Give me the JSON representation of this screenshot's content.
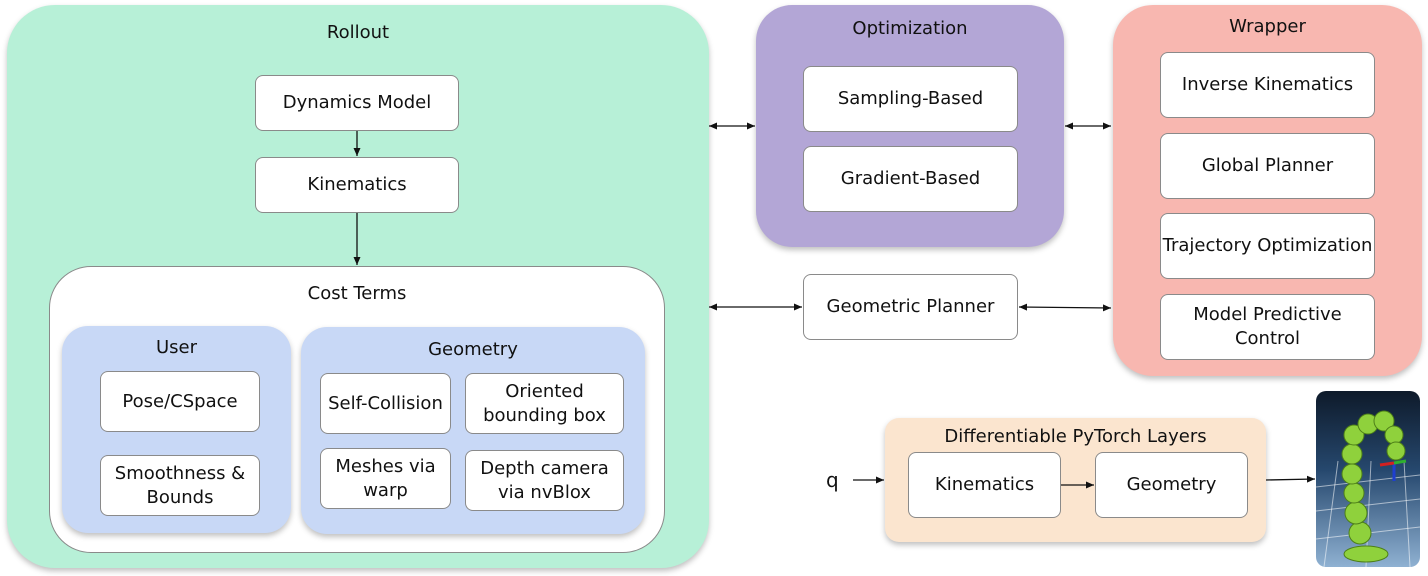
{
  "rollout": {
    "title": "Rollout",
    "dynamics_model": "Dynamics Model",
    "kinematics": "Kinematics",
    "cost_terms": {
      "title": "Cost Terms",
      "user": {
        "title": "User",
        "pose_cspace": "Pose/CSpace",
        "smoothness_bounds": "Smoothness &\nBounds"
      },
      "geometry": {
        "title": "Geometry",
        "self_collision": "Self-Collision",
        "oriented_bbox": "Oriented\nbounding box",
        "meshes_warp": "Meshes via\nwarp",
        "depth_nvblox": "Depth camera\nvia nvBlox"
      }
    }
  },
  "optimization": {
    "title": "Optimization",
    "sampling": "Sampling-Based",
    "gradient": "Gradient-Based"
  },
  "wrapper": {
    "title": "Wrapper",
    "ik": "Inverse Kinematics",
    "global_planner": "Global Planner",
    "traj_opt": "Trajectory Optimization",
    "mpc": "Model Predictive\nControl"
  },
  "geometric_planner": "Geometric Planner",
  "pytorch": {
    "title": "Differentiable PyTorch Layers",
    "kinematics": "Kinematics",
    "geometry": "Geometry",
    "input_label": "q"
  },
  "colors": {
    "rollout": "#b7f0d7",
    "optimization": "#b3a6d6",
    "wrapper": "#f8b7b0",
    "cost_inner": "#c8d8f6",
    "pytorch": "#fbe5cf"
  }
}
